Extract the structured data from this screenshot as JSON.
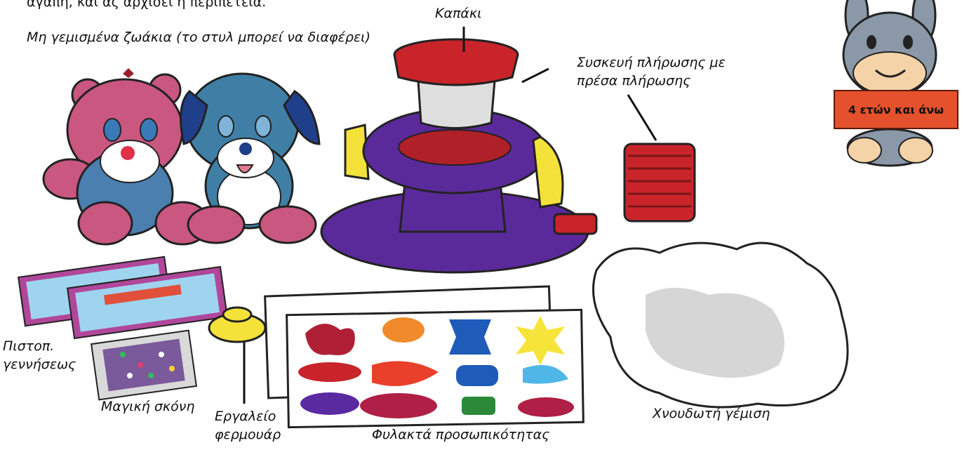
{
  "intro_text": "αγάπη, και ας αρχίσει η περιπέτεια.",
  "labels": {
    "animals": "Μη γεμισμένα ζωάκια (το στυλ μπορεί να διαφέρει)",
    "lid": "Καπάκι",
    "stuffer_line1": "Συσκευή πλήρωσης με",
    "stuffer_line2": "πρέσα πλήρωσης",
    "certificate_line1": "Πιστοπ.",
    "certificate_line2": "γεννήσεως",
    "magic_dust": "Μαγική σκόνη",
    "zipper_line1": "Εργαλείο",
    "zipper_line2": "φερμουάρ",
    "charms": "Φυλακτά προσωπικότητας",
    "fluff": "Χνουδωτή γέμιση"
  },
  "age_badge": "4 ετών και άνω",
  "colors": {
    "pink_bear": "#c9577f",
    "blue_dog": "#3f7fa6",
    "stuffer_purple": "#5b2a9a",
    "lid_red": "#c8242a",
    "handle_yellow": "#f4e23a",
    "badge_orange": "#e4512c"
  }
}
